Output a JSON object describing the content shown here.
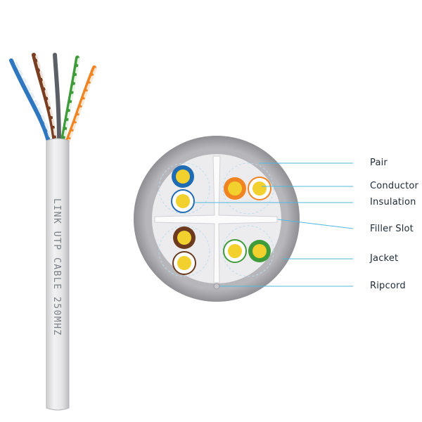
{
  "cable": {
    "print_text": "LINK UTP CABLE 250MHZ"
  },
  "callouts": [
    {
      "id": "pair",
      "label": "Pair"
    },
    {
      "id": "conductor",
      "label": "Conductor"
    },
    {
      "id": "insulation",
      "label": "Insulation"
    },
    {
      "id": "filler-slot",
      "label": "Filler Slot"
    },
    {
      "id": "jacket",
      "label": "Jacket"
    },
    {
      "id": "ripcord",
      "label": "Ripcord"
    }
  ],
  "colors": {
    "jacket": "#a4a4a8",
    "jacket_inner": "#ebebed",
    "leader_line": "#4fb8e0",
    "conductor": "#f2d02e",
    "blue": "#1f6bb4",
    "orange": "#f08422",
    "brown": "#6b3a1f",
    "green": "#3f9b3a"
  },
  "pairs": [
    {
      "name": "blue",
      "color": "blue"
    },
    {
      "name": "orange",
      "color": "orange"
    },
    {
      "name": "brown",
      "color": "brown"
    },
    {
      "name": "green",
      "color": "green"
    }
  ]
}
